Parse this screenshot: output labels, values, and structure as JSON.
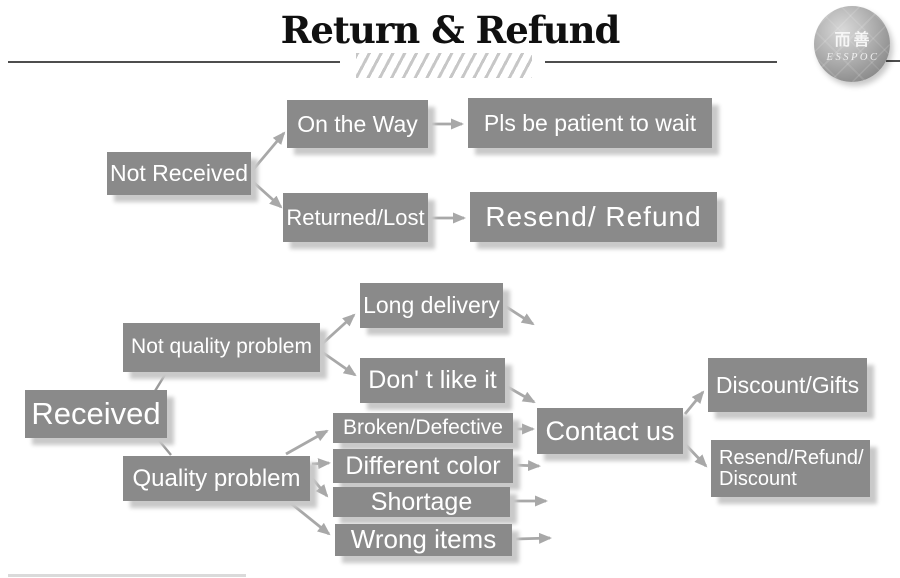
{
  "header": {
    "title": "Return & Refund",
    "logo_cn": "而善",
    "logo_brand": "ESSPOC"
  },
  "nodes": {
    "not_received": "Not Received",
    "on_the_way": "On the Way",
    "pls_wait": "Pls be patient to wait",
    "returned_lost": "Returned/Lost",
    "resend_refund": "Resend/ Refund",
    "received": "Received",
    "not_quality_problem": "Not quality problem",
    "long_delivery": "Long delivery",
    "dont_like_it": "Don' t like it",
    "quality_problem": "Quality problem",
    "broken_defective": "Broken/Defective",
    "different_color": "Different color",
    "shortage": "Shortage",
    "wrong_items": "Wrong items",
    "contact_us": "Contact us",
    "discount_gifts": "Discount/Gifts",
    "resend_refund_discount_line1": "Resend/Refund/",
    "resend_refund_discount_line2": "Discount"
  },
  "colors": {
    "node_fill": "#8a8a8a",
    "node_text": "#ffffff",
    "arrow": "#a8a8a8",
    "connector_line": "#9a9a9a",
    "title_text": "#101010",
    "rule_line": "#4d4d4d",
    "hatch": "#c7c7c7",
    "node_shadow": "#c9c9c9",
    "logo_gray": "#9e9e9e"
  }
}
